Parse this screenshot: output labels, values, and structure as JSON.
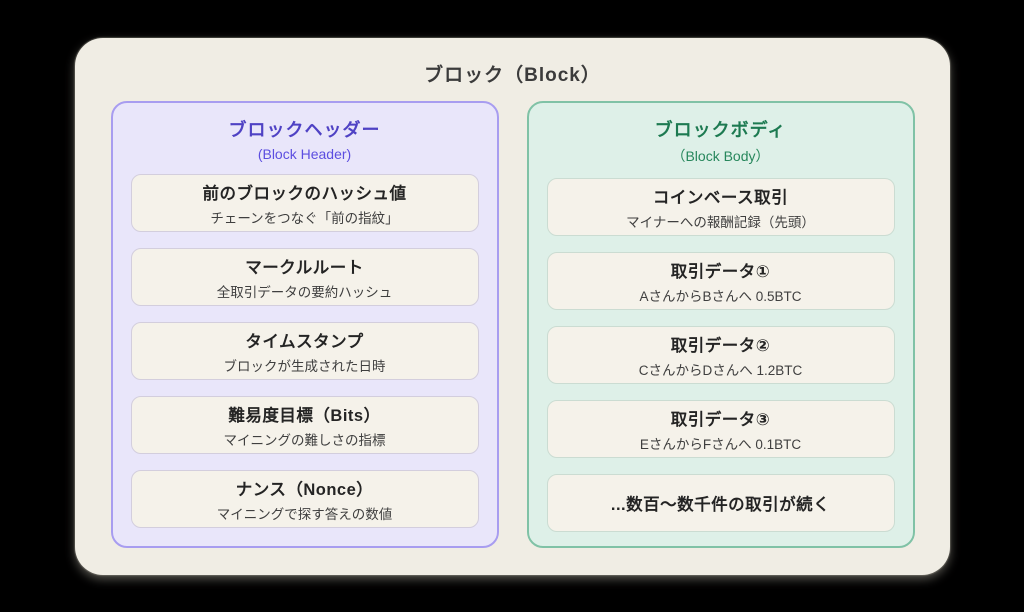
{
  "page": {
    "outer_background": "#000000",
    "canvas_background": "#f0ede4"
  },
  "title": "ブロック（Block）",
  "panels": [
    {
      "id": "block-header",
      "title": "ブロックヘッダー",
      "subtitle": "(Block Header)",
      "colors": {
        "background": "#e9e6fa",
        "border": "#a89df0",
        "title_text": "#4f42c4",
        "subtitle_text": "#5c4ee0"
      },
      "items": [
        {
          "title": "前のブロックのハッシュ値",
          "desc": "チェーンをつなぐ「前の指紋」"
        },
        {
          "title": "マークルルート",
          "desc": "全取引データの要約ハッシュ"
        },
        {
          "title": "タイムスタンプ",
          "desc": "ブロックが生成された日時"
        },
        {
          "title": "難易度目標（Bits）",
          "desc": "マイニングの難しさの指標"
        },
        {
          "title": "ナンス（Nonce）",
          "desc": "マイニングで探す答えの数値"
        }
      ]
    },
    {
      "id": "block-body",
      "title": "ブロックボディ",
      "subtitle": "（Block Body）",
      "colors": {
        "background": "#def0e8",
        "border": "#80c2a6",
        "title_text": "#1d7a51",
        "subtitle_text": "#27875c"
      },
      "items": [
        {
          "title": "コインベース取引",
          "desc": "マイナーへの報酬記録（先頭）"
        },
        {
          "title": "取引データ①",
          "desc": "AさんからBさんへ 0.5BTC"
        },
        {
          "title": "取引データ②",
          "desc": "CさんからDさんへ 1.2BTC"
        },
        {
          "title": "取引データ③",
          "desc": "EさんからFさんへ 0.1BTC"
        },
        {
          "title": "...数百〜数千件の取引が続く",
          "desc": ""
        }
      ]
    }
  ]
}
